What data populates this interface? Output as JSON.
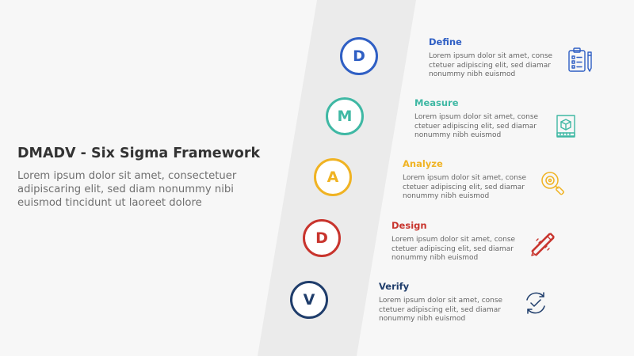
{
  "header": {
    "title": "DMADV - Six Sigma Framework",
    "description": "Lorem ipsum dolor sit amet, consectetuer adipiscaring elit, sed diam nonummy nibi euismod tincidunt ut laoreet dolore"
  },
  "steps": [
    {
      "letter": "D",
      "title": "Define",
      "color": "#2f5fc4",
      "icon": "clipboard-icon",
      "text": "Lorem ipsum dolor sit amet, conse ctetuer adipiscing elit, sed diamar nonummy nibh euismod"
    },
    {
      "letter": "M",
      "title": "Measure",
      "color": "#3fb8a4",
      "icon": "ruler-cube-icon",
      "text": "Lorem ipsum dolor sit amet, conse ctetuer adipiscing elit, sed diamar nonummy nibh euismod"
    },
    {
      "letter": "A",
      "title": "Analyze",
      "color": "#f0b323",
      "icon": "magnifier-icon",
      "text": "Lorem ipsum dolor sit amet, conse ctetuer adipiscing elit, sed diamar nonummy nibh euismod"
    },
    {
      "letter": "D",
      "title": "Design",
      "color": "#c8342d",
      "icon": "pencil-ruler-icon",
      "text": "Lorem ipsum dolor sit amet, conse ctetuer adipiscing elit, sed diamar nonummy nibh euismod"
    },
    {
      "letter": "V",
      "title": "Verify",
      "color": "#1f3d6b",
      "icon": "check-cycle-icon",
      "text": "Lorem ipsum dolor sit amet, conse ctetuer adipiscing elit, sed diamar nonummy nibh euismod"
    }
  ],
  "colors": {
    "background": "#f7f7f7",
    "band": "#ebebeb",
    "title": "#333333",
    "body": "#6f6f6f"
  }
}
